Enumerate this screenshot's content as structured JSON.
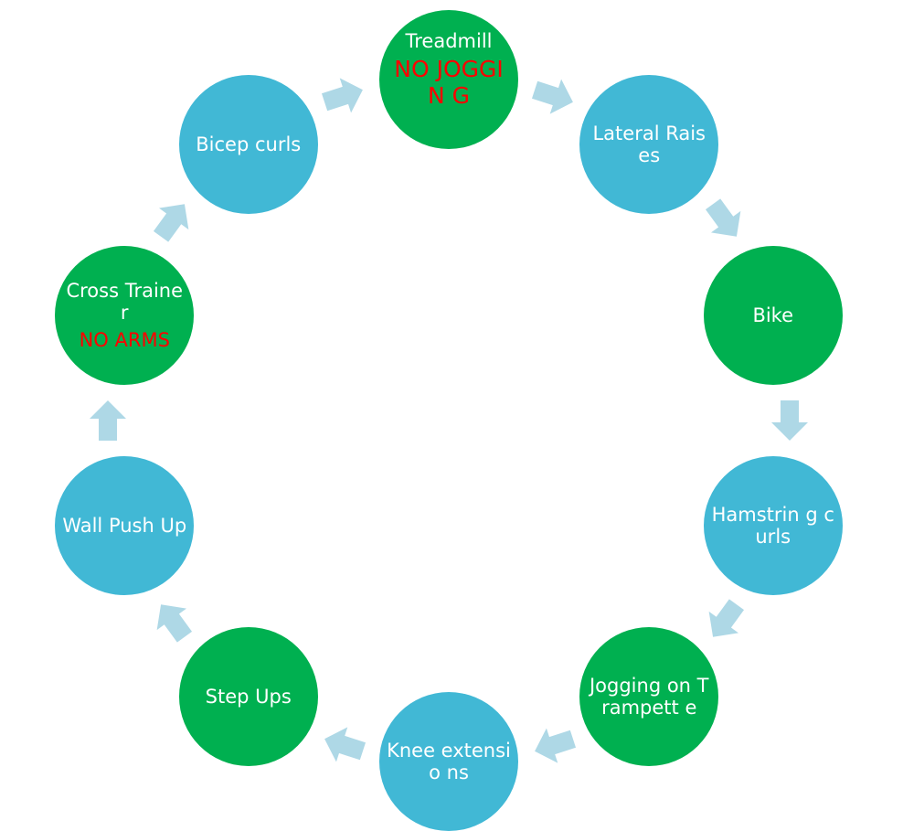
{
  "diagram": {
    "type": "cycle",
    "colors": {
      "green": "#00b050",
      "blue": "#41b8d5",
      "arrow": "#aed8e6",
      "note": "#ff0000",
      "text": "#ffffff"
    },
    "nodes": [
      {
        "label": "Treadmill",
        "note": "NO JOGGIN G",
        "color": "green"
      },
      {
        "label": "Lateral Raises",
        "note": "",
        "color": "blue"
      },
      {
        "label": "Bike",
        "note": "",
        "color": "green"
      },
      {
        "label": "Hamstrin g curls",
        "note": "",
        "color": "blue"
      },
      {
        "label": "Jogging on Trampett e",
        "note": "",
        "color": "green"
      },
      {
        "label": "Knee extensio ns",
        "note": "",
        "color": "blue"
      },
      {
        "label": "Step Ups",
        "note": "",
        "color": "green"
      },
      {
        "label": "Wall Push Up",
        "note": "",
        "color": "blue"
      },
      {
        "label": "Cross Trainer",
        "note": "NO ARMS",
        "color": "green"
      },
      {
        "label": "Bicep curls",
        "note": "",
        "color": "blue"
      }
    ],
    "arrow_icon": "arrow-right-icon"
  }
}
